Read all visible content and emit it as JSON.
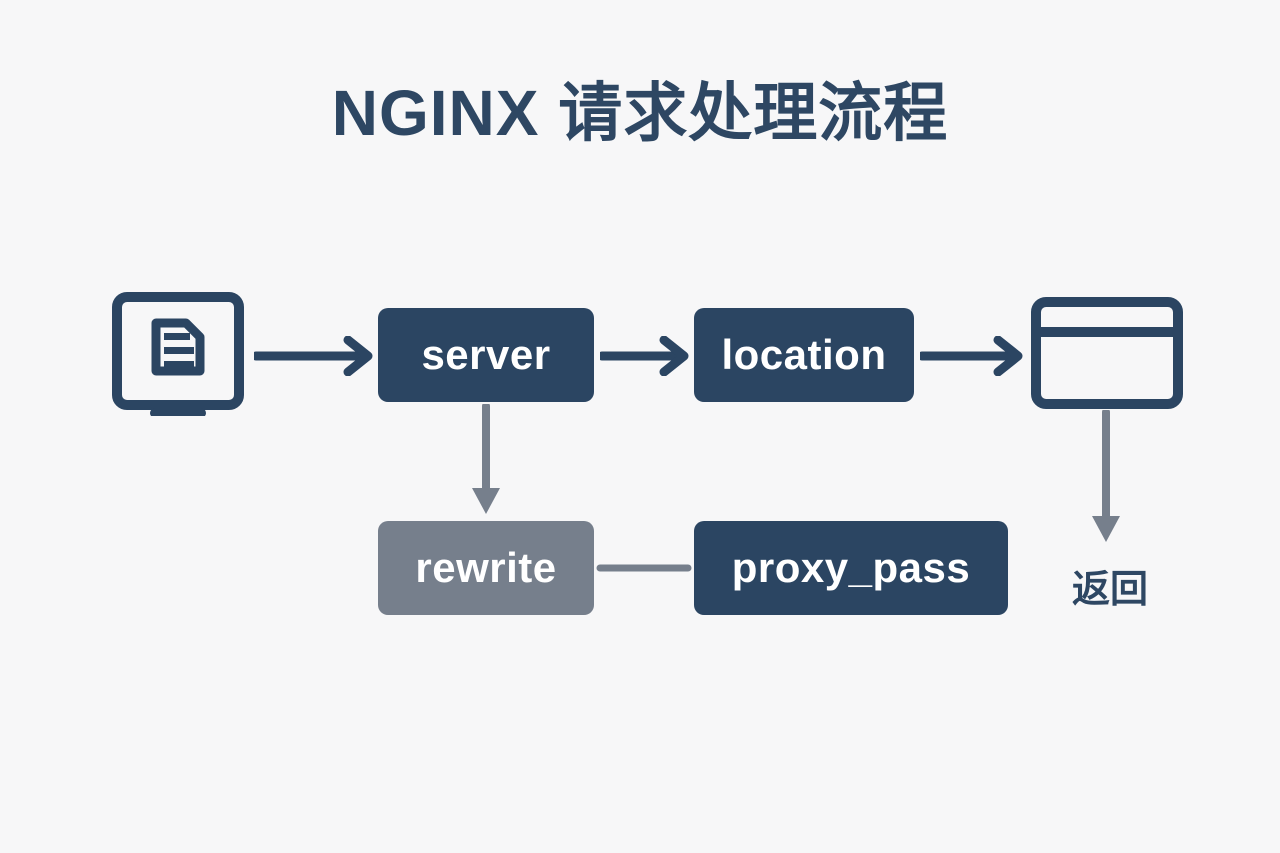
{
  "page": {
    "title": "NGINX 请求处理流程",
    "background_color": "#f7f7f8"
  },
  "colors": {
    "navy": "#2b4562",
    "title_navy": "#2e4763",
    "gray": "#767f8c",
    "arrow_navy": "#2b4562",
    "arrow_gray": "#767f8c",
    "node_text": "#ffffff"
  },
  "nodes": [
    {
      "id": "client",
      "type": "icon",
      "icon": "desktop-monitor-document-icon",
      "label": ""
    },
    {
      "id": "server",
      "type": "box",
      "label": "server",
      "fill": "#2b4562"
    },
    {
      "id": "location",
      "type": "box",
      "label": "location",
      "fill": "#2b4562"
    },
    {
      "id": "browser",
      "type": "icon",
      "icon": "browser-window-icon",
      "label": ""
    },
    {
      "id": "rewrite",
      "type": "box",
      "label": "rewrite",
      "fill": "#767f8c"
    },
    {
      "id": "proxy_pass",
      "type": "box",
      "label": "proxy_pass",
      "fill": "#2b4562"
    }
  ],
  "labels": {
    "return": "返回"
  },
  "connectors": [
    {
      "id": "client-to-server",
      "from": "client",
      "to": "server",
      "style": "arrow",
      "direction": "right",
      "color": "#2b4562"
    },
    {
      "id": "server-to-location",
      "from": "server",
      "to": "location",
      "style": "arrow",
      "direction": "right",
      "color": "#2b4562"
    },
    {
      "id": "location-to-browser",
      "from": "location",
      "to": "browser",
      "style": "arrow",
      "direction": "right",
      "color": "#2b4562"
    },
    {
      "id": "server-to-rewrite",
      "from": "server",
      "to": "rewrite",
      "style": "arrow",
      "direction": "down",
      "color": "#767f8c"
    },
    {
      "id": "rewrite-to-proxy",
      "from": "rewrite",
      "to": "proxy_pass",
      "style": "plain-line",
      "direction": "right",
      "color": "#767f8c"
    },
    {
      "id": "browser-to-return",
      "from": "browser",
      "to": "return",
      "style": "arrow",
      "direction": "down",
      "color": "#767f8c"
    }
  ]
}
